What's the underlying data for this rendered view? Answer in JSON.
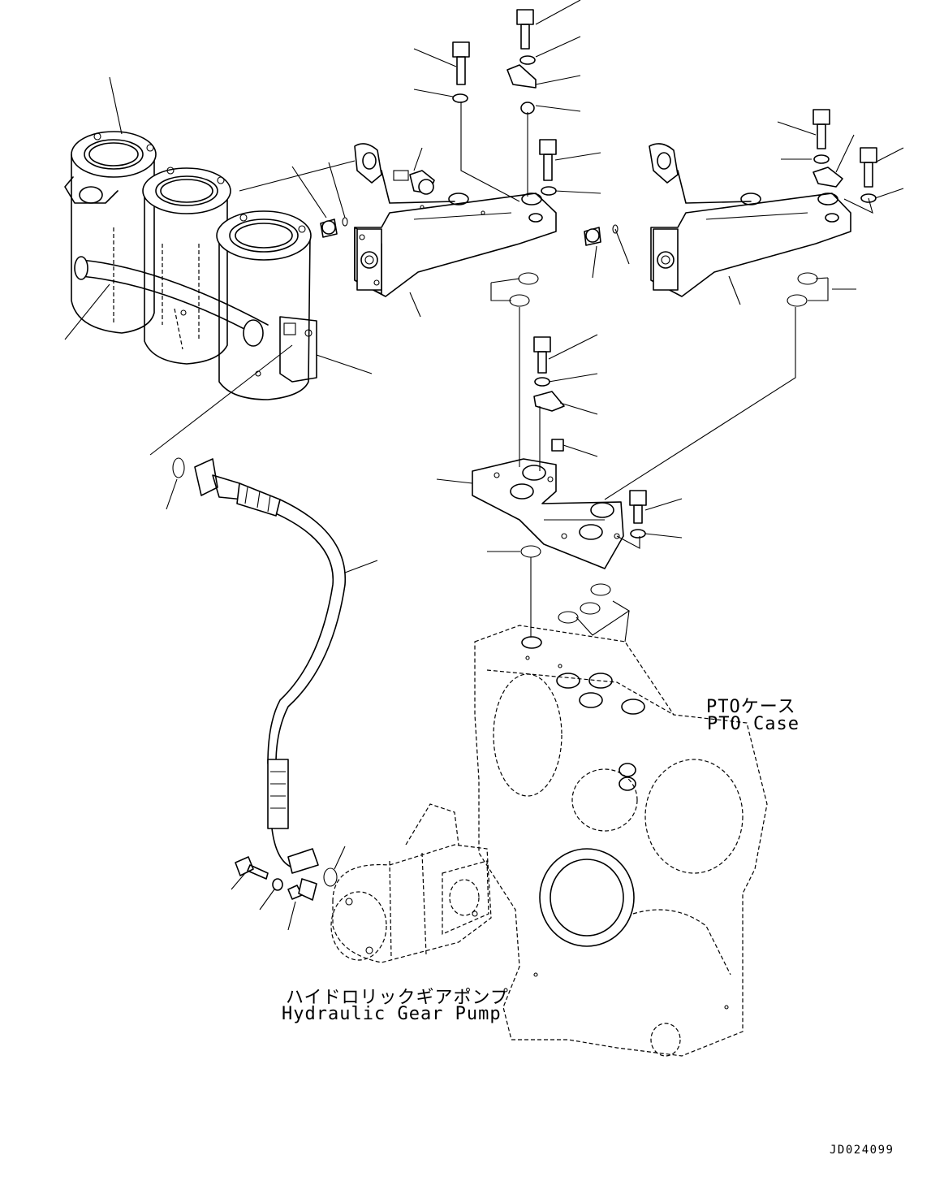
{
  "labels": {
    "pto_case_jp": "PTOケース",
    "pto_case_en": "PTO Case",
    "gear_pump_jp": "ハイドロリックギアポンプ",
    "gear_pump_en": "Hydraulic Gear Pump",
    "drawing_id": "JD024099"
  }
}
